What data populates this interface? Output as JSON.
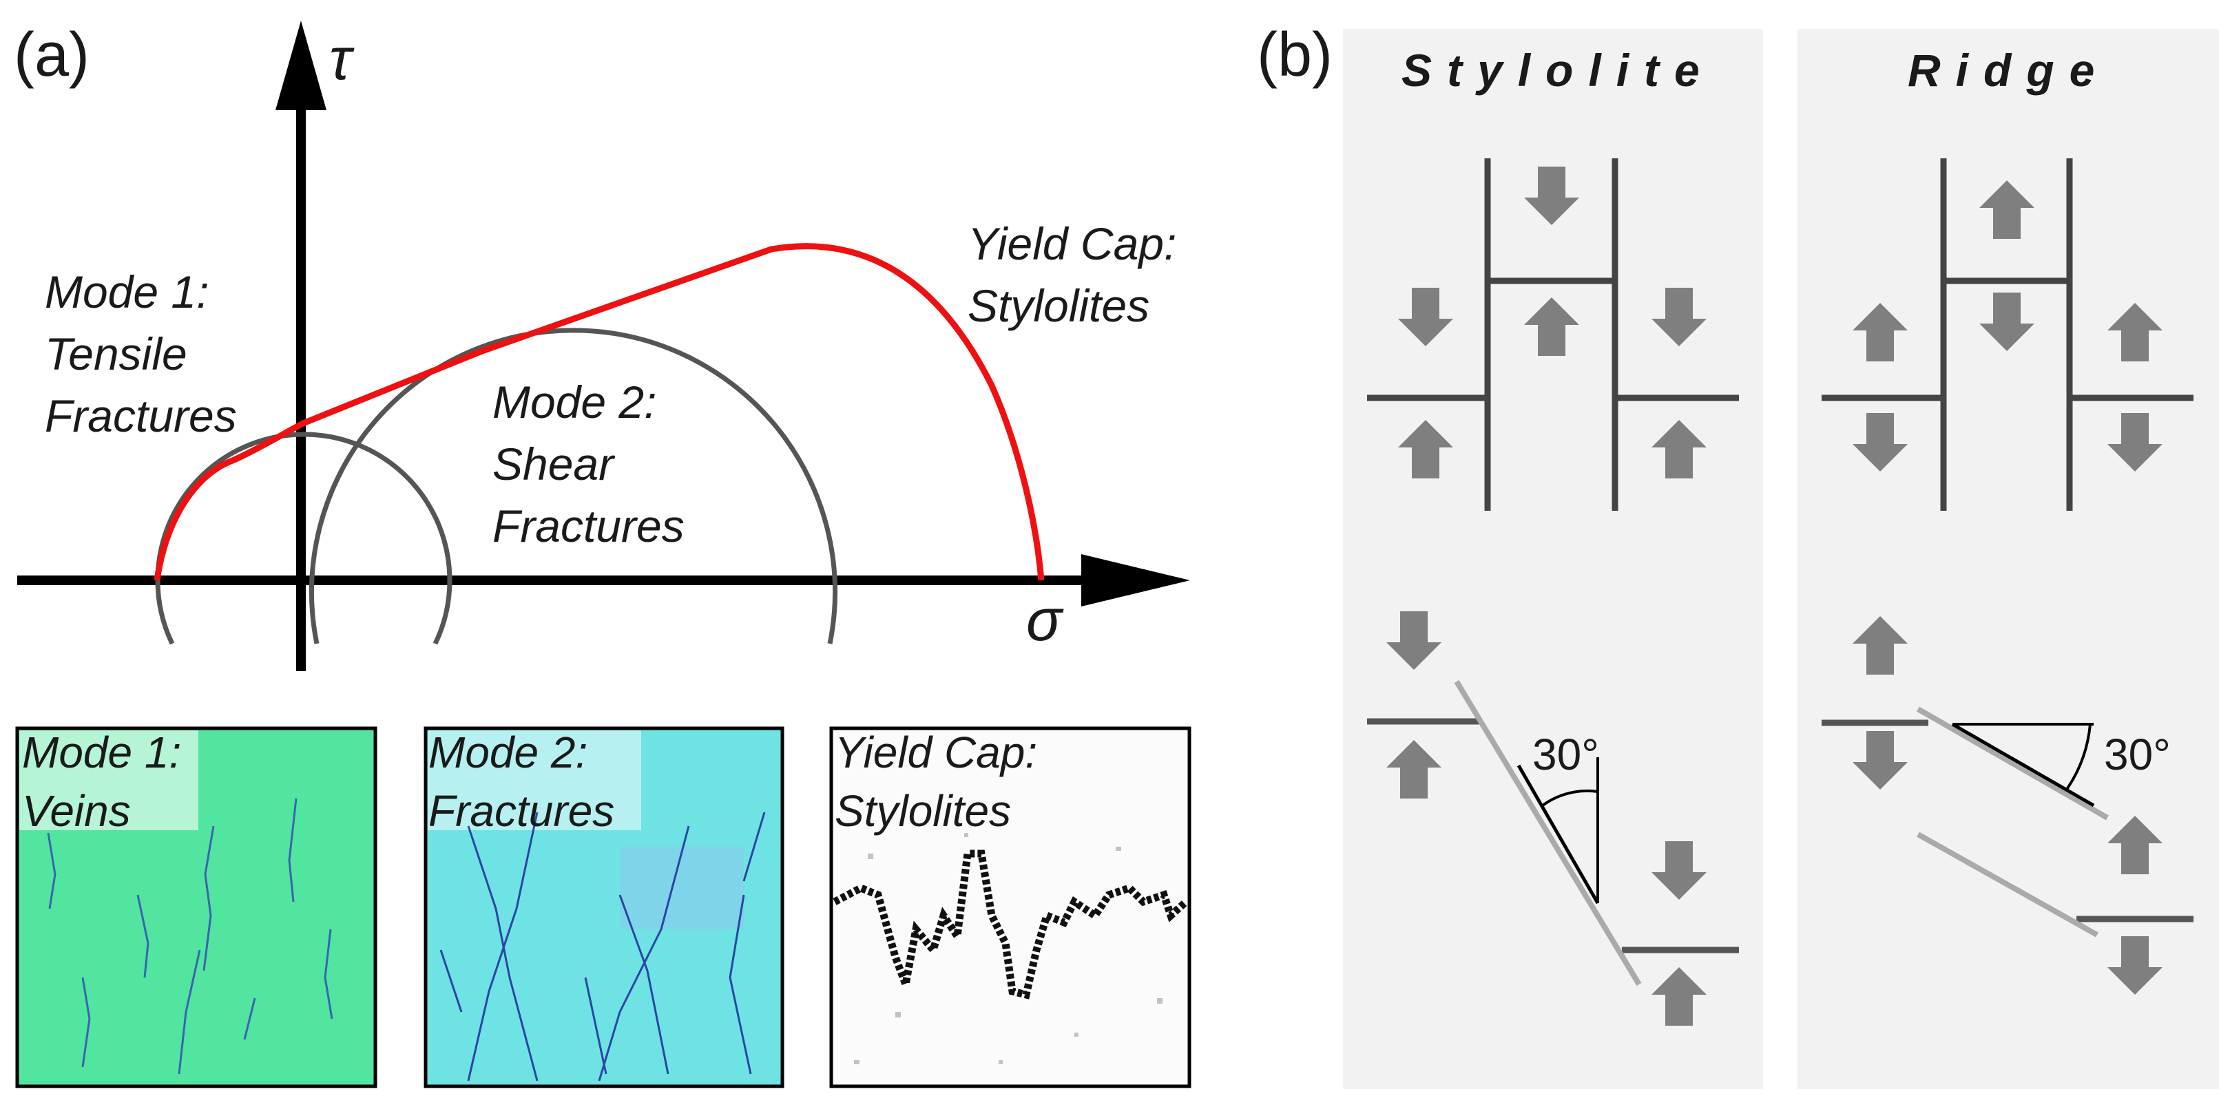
{
  "panel_a": {
    "label": "(a)",
    "tau_label": "τ",
    "sigma_label": "σ",
    "mode1_lines": [
      "Mode 1:",
      "Tensile",
      "Fractures"
    ],
    "mode2_lines": [
      "Mode 2:",
      "Shear",
      "Fractures"
    ],
    "yield_lines": [
      "Yield Cap:",
      "Stylolites"
    ],
    "photos": [
      {
        "lines": [
          "Mode 1:",
          "Veins"
        ]
      },
      {
        "lines": [
          "Mode 2:",
          "Fractures"
        ]
      },
      {
        "lines": [
          "Yield Cap:",
          "Stylolites"
        ]
      }
    ]
  },
  "panel_b": {
    "label": "(b)",
    "stylolite_title": "Stylolite",
    "ridge_title": "Ridge",
    "stylolite_angle": "30°",
    "ridge_angle": "30°"
  },
  "colors": {
    "envelope": "#ee1111",
    "circle": "#555555",
    "arrow": "#7f7f7f",
    "panel_bg": "#f2f2f2"
  }
}
